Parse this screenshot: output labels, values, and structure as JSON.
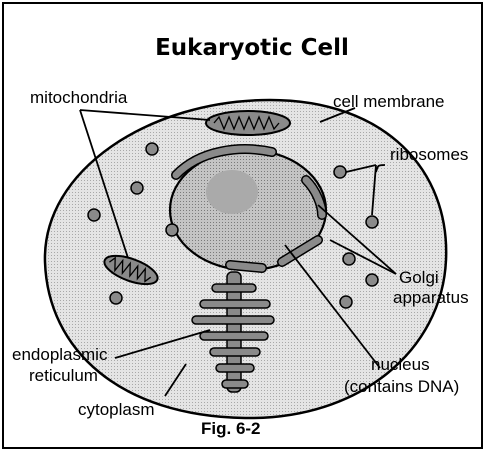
{
  "title": "Eukaryotic Cell",
  "figure_caption": "Fig. 6-2",
  "labels": {
    "mitochondria": "mitochondria",
    "cell_membrane": "cell membrane",
    "ribosomes": "ribosomes",
    "golgi_line1": "Golgi",
    "golgi_line2": "apparatus",
    "er_line1": "endoplasmic",
    "er_line2": "reticulum",
    "nucleus_line1": "nucleus",
    "nucleus_line2": "(contains DNA)",
    "cytoplasm": "cytoplasm"
  },
  "colors": {
    "cytoplasm": "#d9d9d9",
    "nucleus": "#b8b8b8",
    "organelle": "#8a8a8a",
    "outline": "#000000"
  }
}
